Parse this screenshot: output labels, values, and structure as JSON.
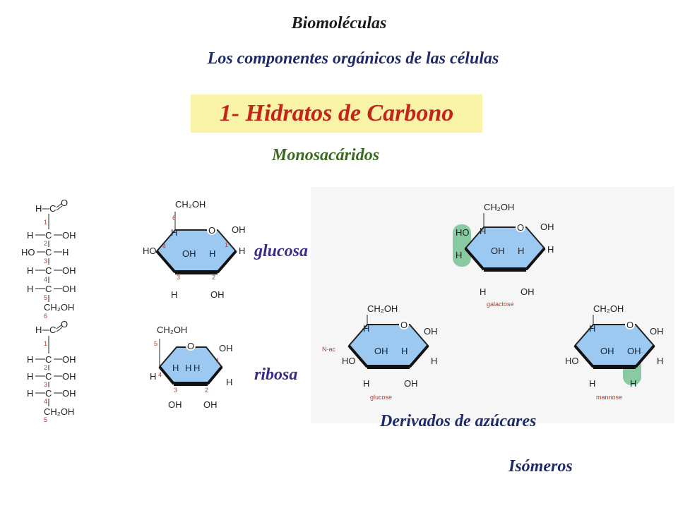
{
  "header": {
    "subject": "Biomoléculas",
    "subtitle": "Los componentes orgánicos de las células",
    "section_banner": "1- Hidratos de Carbono",
    "section_heading": "Monosacáridos"
  },
  "molecules": {
    "glucose_label": "glucosa",
    "ribose_label": "ribosa",
    "galactose_caption": "galactose",
    "glucose_caption": "glucose",
    "mannose_caption": "mannose",
    "n_caption": "N-ac"
  },
  "footer": {
    "derivatives": "Derivados de azúcares",
    "isomers": "Isómeros"
  },
  "colors": {
    "ring_fill": "#9cc9f2",
    "highlight": "#6fbf8e",
    "banner_bg": "#f8f3a6",
    "banner_text": "#c4251b"
  }
}
